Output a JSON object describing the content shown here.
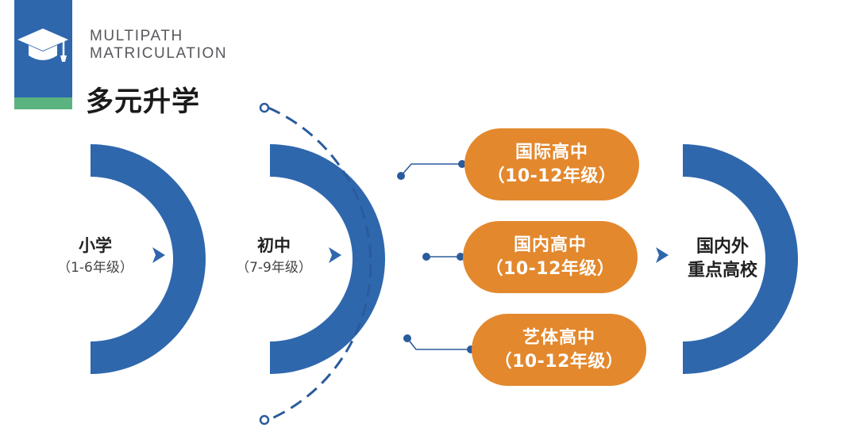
{
  "header": {
    "title_en_line1": "MULTIPATH",
    "title_en_line2": "MATRICULATION",
    "title_cn": "多元升学",
    "logo_icon": "graduation-cap-icon"
  },
  "stages": [
    {
      "name": "小学",
      "grades": "（1-6年级）"
    },
    {
      "name": "初中",
      "grades": "（7-9年级）"
    }
  ],
  "high_school_options": [
    {
      "name": "国际高中",
      "grades": "（10-12年级）"
    },
    {
      "name": "国内高中",
      "grades": "（10-12年级）"
    },
    {
      "name": "艺体高中",
      "grades": "（10-12年级）"
    }
  ],
  "destination": {
    "line1": "国内外",
    "line2": "重点高校"
  },
  "colors": {
    "blue": "#2f67ad",
    "orange": "#e3882d",
    "green": "#5bb37f",
    "dark_blue_line": "#2a5b9c"
  }
}
